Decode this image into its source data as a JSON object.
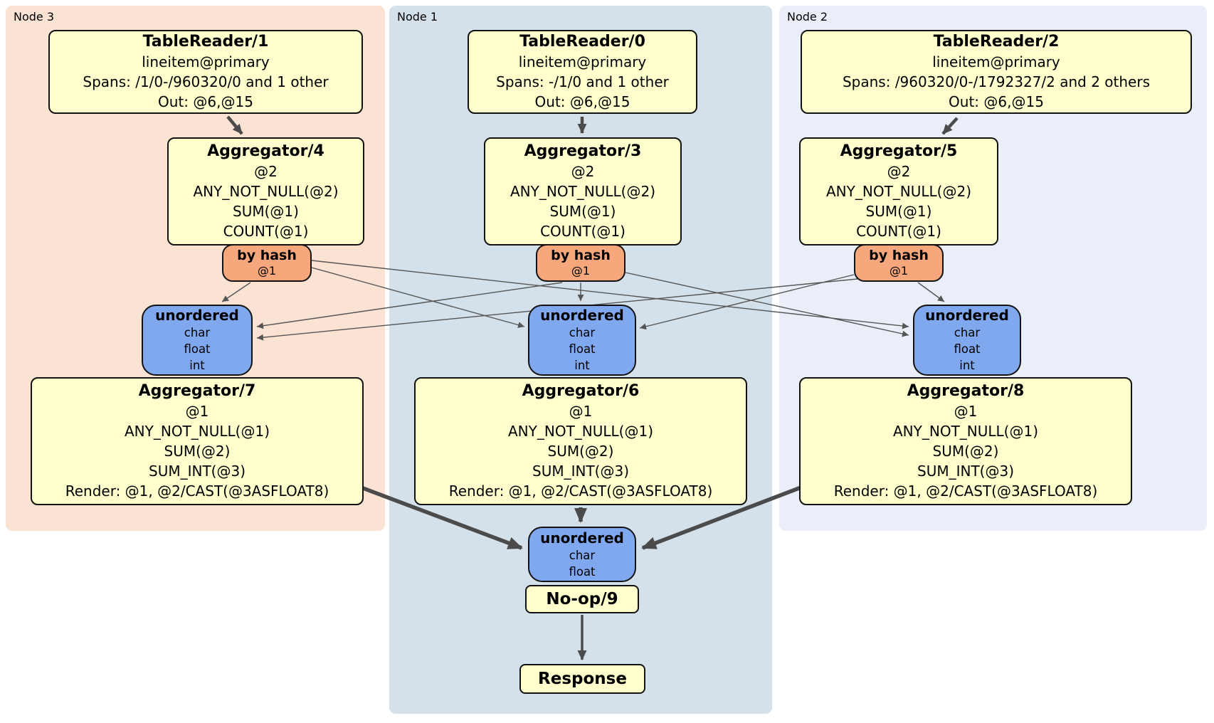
{
  "diagram_type": "distributed-sql-physical-plan",
  "colors": {
    "processor_fill": "#ffffce",
    "router_fill": "#f6a77c",
    "sync_fill": "#7fa8ef",
    "node3_bg": "#fbe3d4",
    "node1_bg": "#d4e1ea",
    "node2_bg": "#e9eef8",
    "edge": "#4b4b4b",
    "border": "#121212"
  },
  "nodes": [
    {
      "label": "Node 3",
      "table_reader": {
        "title": "TableReader/1",
        "lines": [
          "lineitem@primary",
          "Spans: /1/0-/960320/0 and 1 other",
          "Out: @6,@15"
        ]
      },
      "first_aggregator": {
        "title": "Aggregator/4",
        "lines": [
          "@2",
          "ANY_NOT_NULL(@2)",
          "SUM(@1)",
          "COUNT(@1)"
        ]
      },
      "hash_router": {
        "title": "by hash",
        "lines": [
          "@1"
        ]
      },
      "sync": {
        "title": "unordered",
        "lines": [
          "char",
          "float",
          "int"
        ]
      },
      "second_aggregator": {
        "title": "Aggregator/7",
        "lines": [
          "@1",
          "ANY_NOT_NULL(@1)",
          "SUM(@2)",
          "SUM_INT(@3)",
          "Render: @1, @2/CAST(@3ASFLOAT8)"
        ]
      }
    },
    {
      "label": "Node 1",
      "table_reader": {
        "title": "TableReader/0",
        "lines": [
          "lineitem@primary",
          "Spans: -/1/0 and 1 other",
          "Out: @6,@15"
        ]
      },
      "first_aggregator": {
        "title": "Aggregator/3",
        "lines": [
          "@2",
          "ANY_NOT_NULL(@2)",
          "SUM(@1)",
          "COUNT(@1)"
        ]
      },
      "hash_router": {
        "title": "by hash",
        "lines": [
          "@1"
        ]
      },
      "sync": {
        "title": "unordered",
        "lines": [
          "char",
          "float",
          "int"
        ]
      },
      "second_aggregator": {
        "title": "Aggregator/6",
        "lines": [
          "@1",
          "ANY_NOT_NULL(@1)",
          "SUM(@2)",
          "SUM_INT(@3)",
          "Render: @1, @2/CAST(@3ASFLOAT8)"
        ]
      },
      "final_sync": {
        "title": "unordered",
        "lines": [
          "char",
          "float"
        ]
      },
      "noop": {
        "title": "No-op/9"
      },
      "response": {
        "title": "Response"
      }
    },
    {
      "label": "Node 2",
      "table_reader": {
        "title": "TableReader/2",
        "lines": [
          "lineitem@primary",
          "Spans: /960320/0-/1792327/2 and 2 others",
          "Out: @6,@15"
        ]
      },
      "first_aggregator": {
        "title": "Aggregator/5",
        "lines": [
          "@2",
          "ANY_NOT_NULL(@2)",
          "SUM(@1)",
          "COUNT(@1)"
        ]
      },
      "hash_router": {
        "title": "by hash",
        "lines": [
          "@1"
        ]
      },
      "sync": {
        "title": "unordered",
        "lines": [
          "char",
          "float",
          "int"
        ]
      },
      "second_aggregator": {
        "title": "Aggregator/8",
        "lines": [
          "@1",
          "ANY_NOT_NULL(@1)",
          "SUM(@2)",
          "SUM_INT(@3)",
          "Render: @1, @2/CAST(@3ASFLOAT8)"
        ]
      }
    }
  ],
  "edges": [
    {
      "from": "TableReader/1",
      "to": "Aggregator/4"
    },
    {
      "from": "TableReader/0",
      "to": "Aggregator/3"
    },
    {
      "from": "TableReader/2",
      "to": "Aggregator/5"
    },
    {
      "from": "by hash (Node 3)",
      "to": "unordered (Node 3)"
    },
    {
      "from": "by hash (Node 3)",
      "to": "unordered (Node 1)"
    },
    {
      "from": "by hash (Node 3)",
      "to": "unordered (Node 2)"
    },
    {
      "from": "by hash (Node 1)",
      "to": "unordered (Node 1)"
    },
    {
      "from": "by hash (Node 1)",
      "to": "unordered (Node 3)"
    },
    {
      "from": "by hash (Node 1)",
      "to": "unordered (Node 2)"
    },
    {
      "from": "by hash (Node 2)",
      "to": "unordered (Node 2)"
    },
    {
      "from": "by hash (Node 2)",
      "to": "unordered (Node 3)"
    },
    {
      "from": "by hash (Node 2)",
      "to": "unordered (Node 1)"
    },
    {
      "from": "Aggregator/7",
      "to": "final unordered"
    },
    {
      "from": "Aggregator/6",
      "to": "final unordered"
    },
    {
      "from": "Aggregator/8",
      "to": "final unordered"
    },
    {
      "from": "final unordered",
      "to": "No-op/9"
    },
    {
      "from": "No-op/9",
      "to": "Response"
    }
  ]
}
